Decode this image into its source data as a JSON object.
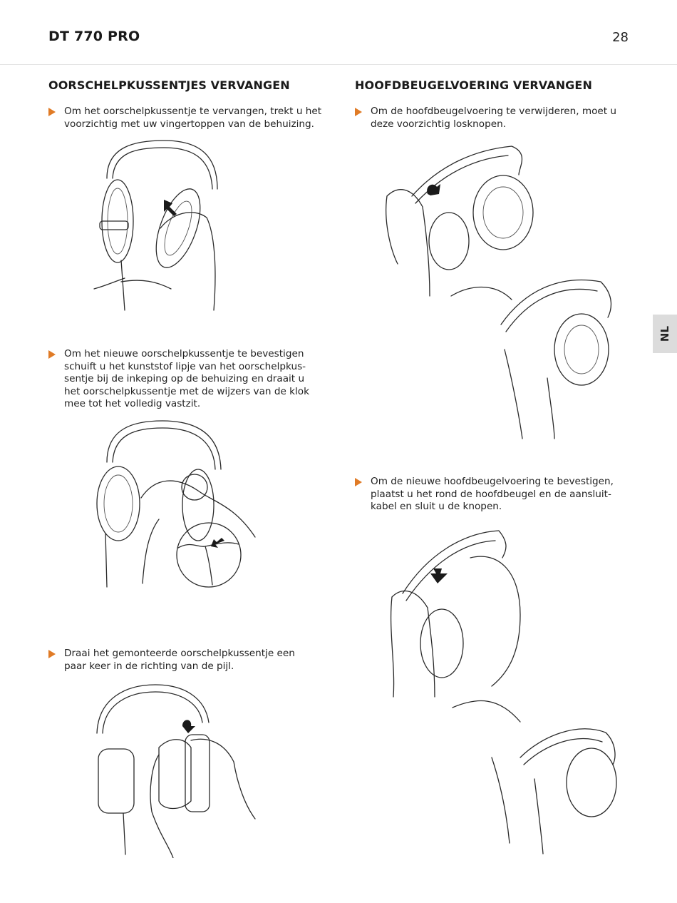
{
  "header": {
    "title": "DT 770 PRO",
    "page_number": "28"
  },
  "language_tab": "NL",
  "sections": {
    "left": {
      "title": "OORSCHELPKUSSENTJES VERVANGEN",
      "steps": [
        "Om het oorschelpkussentje te vervangen, trekt u het\nvoorzichtig met uw vingertoppen van de behuizing.",
        "Om het nieuwe oorschelpkussentje te bevestigen\nschuift u het kunststof lipje van het oorschelpkus-\nsentje bij de inkeping op de behuizing en draait u\nhet oorschelpkussentje met de wijzers van de klok\nmee tot het volledig vastzit.",
        "Draai het gemonteerde oorschelpkussentje een\npaar keer in de richting van de pijl."
      ]
    },
    "right": {
      "title": "HOOFDBEUGELVOERING VERVANGEN",
      "steps": [
        "Om de hoofdbeugelvoering te verwijderen, moet u\ndeze voorzichtig losknopen.",
        "Om de nieuwe hoofdbeugelvoering te bevestigen,\nplaatst u het rond de hoofdbeugel en de aansluit-\nkabel en sluit u de knopen."
      ]
    }
  },
  "colors": {
    "accent": "#e07b26",
    "text": "#1a1a1a",
    "tab_bg": "#dcdcdc"
  }
}
